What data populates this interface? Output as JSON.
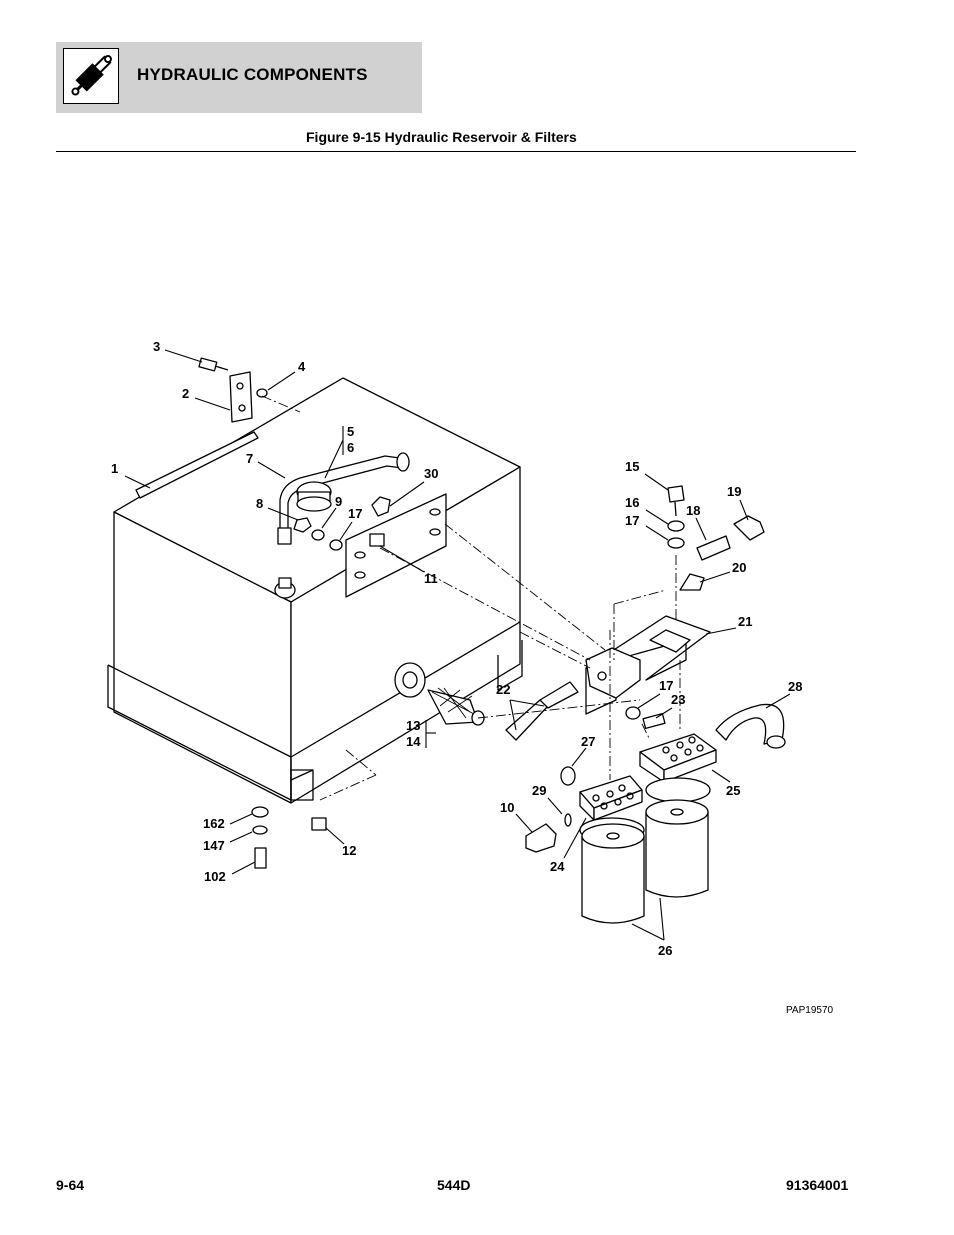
{
  "header": {
    "section_title": "HYDRAULIC COMPONENTS",
    "icon": "hydraulic-cylinder-icon"
  },
  "figure": {
    "title": "Figure 9-15 Hydraulic Reservoir & Filters",
    "code": "PAP19570"
  },
  "callouts": [
    {
      "id": "c1",
      "label": "1"
    },
    {
      "id": "c2",
      "label": "2"
    },
    {
      "id": "c3",
      "label": "3"
    },
    {
      "id": "c4",
      "label": "4"
    },
    {
      "id": "c5",
      "label": "5"
    },
    {
      "id": "c6",
      "label": "6"
    },
    {
      "id": "c7",
      "label": "7"
    },
    {
      "id": "c8",
      "label": "8"
    },
    {
      "id": "c9",
      "label": "9"
    },
    {
      "id": "c17a",
      "label": "17"
    },
    {
      "id": "c30",
      "label": "30"
    },
    {
      "id": "c11",
      "label": "11"
    },
    {
      "id": "c15",
      "label": "15"
    },
    {
      "id": "c16",
      "label": "16"
    },
    {
      "id": "c17b",
      "label": "17"
    },
    {
      "id": "c18",
      "label": "18"
    },
    {
      "id": "c19",
      "label": "19"
    },
    {
      "id": "c20",
      "label": "20"
    },
    {
      "id": "c21",
      "label": "21"
    },
    {
      "id": "c22",
      "label": "22"
    },
    {
      "id": "c17c",
      "label": "17"
    },
    {
      "id": "c23",
      "label": "23"
    },
    {
      "id": "c28",
      "label": "28"
    },
    {
      "id": "c13",
      "label": "13"
    },
    {
      "id": "c14",
      "label": "14"
    },
    {
      "id": "c27",
      "label": "27"
    },
    {
      "id": "c25",
      "label": "25"
    },
    {
      "id": "c29",
      "label": "29"
    },
    {
      "id": "c10",
      "label": "10"
    },
    {
      "id": "c24",
      "label": "24"
    },
    {
      "id": "c162",
      "label": "162"
    },
    {
      "id": "c147",
      "label": "147"
    },
    {
      "id": "c12",
      "label": "12"
    },
    {
      "id": "c102",
      "label": "102"
    },
    {
      "id": "c26",
      "label": "26"
    }
  ],
  "footer": {
    "page_number": "9-64",
    "model": "544D",
    "doc_number": "91364001"
  }
}
